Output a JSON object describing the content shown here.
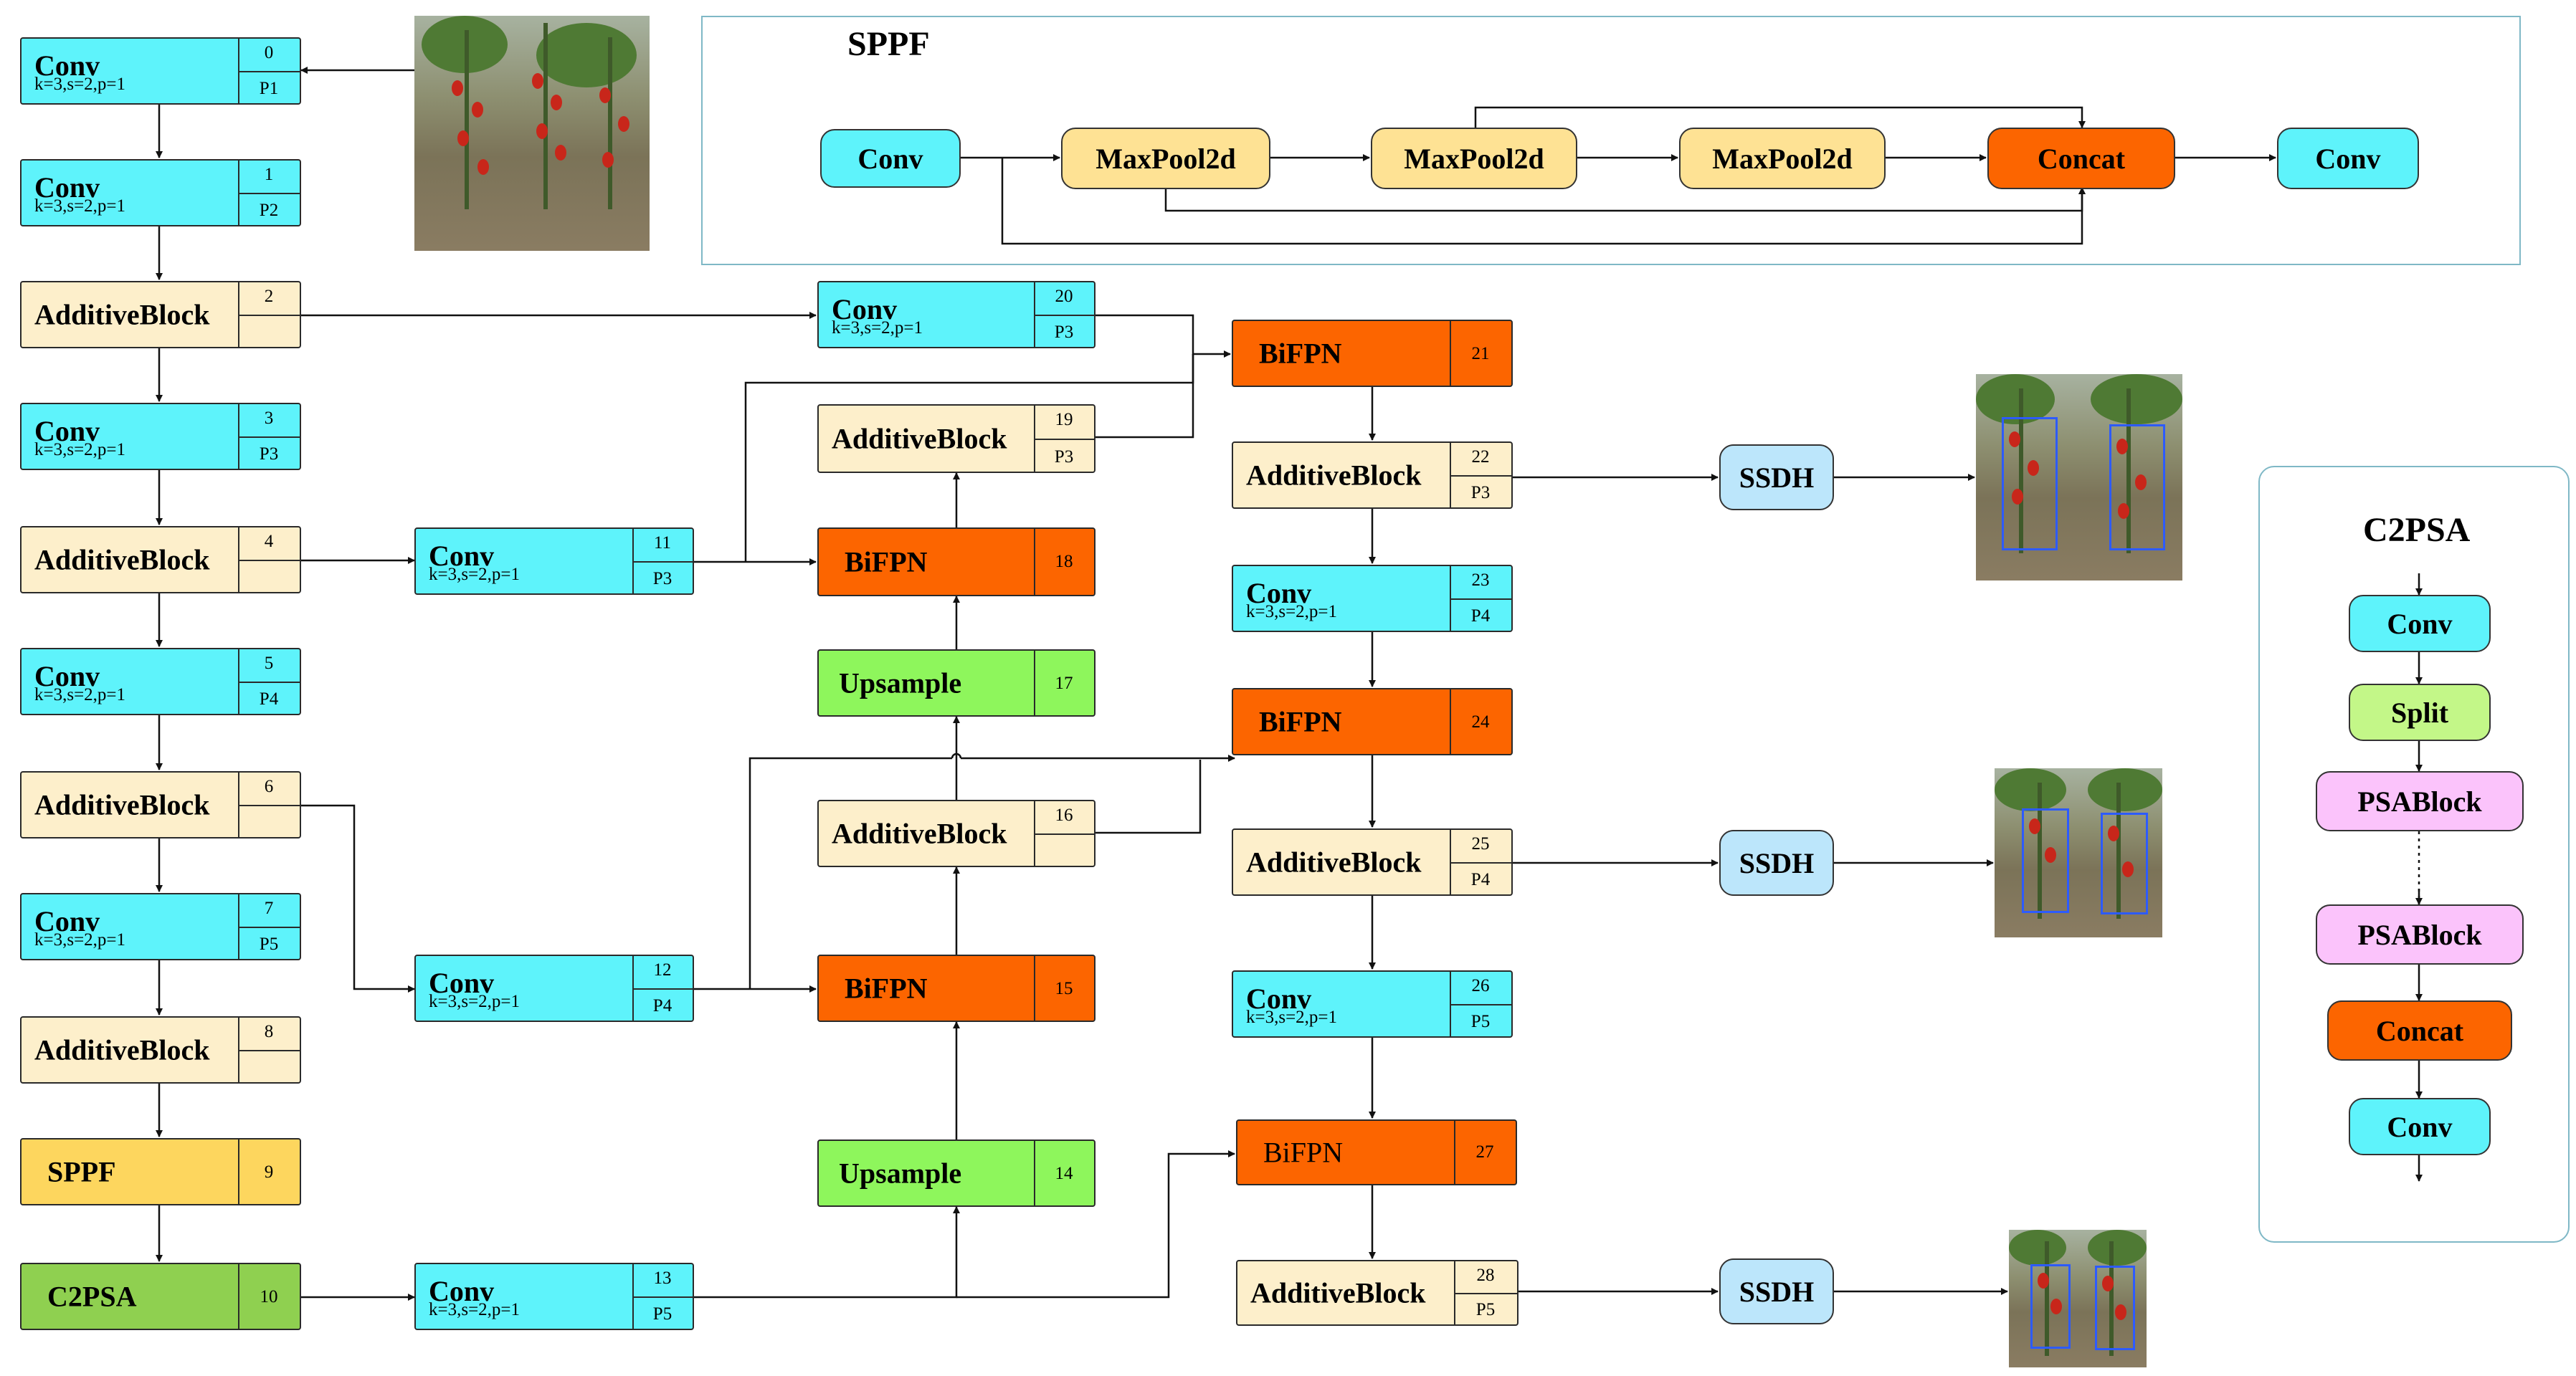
{
  "sppf_panel": {
    "title": "SPPF",
    "nodes": [
      "Conv",
      "MaxPool2d",
      "MaxPool2d",
      "MaxPool2d",
      "Concat",
      "Conv"
    ]
  },
  "c2psa_panel": {
    "title": "C2PSA",
    "nodes": [
      "Conv",
      "Split",
      "PSABlock",
      "PSABlock",
      "Concat",
      "Conv"
    ]
  },
  "ssdh_label": "SSDH",
  "conv_params": "k=3,s=2,p=1",
  "layers": {
    "l0": {
      "name": "Conv",
      "index": "0",
      "scale": "P1"
    },
    "l1": {
      "name": "Conv",
      "index": "1",
      "scale": "P2"
    },
    "l2": {
      "name": "AdditiveBlock",
      "index": "2"
    },
    "l3": {
      "name": "Conv",
      "index": "3",
      "scale": "P3"
    },
    "l4": {
      "name": "AdditiveBlock",
      "index": "4"
    },
    "l5": {
      "name": "Conv",
      "index": "5",
      "scale": "P4"
    },
    "l6": {
      "name": "AdditiveBlock",
      "index": "6"
    },
    "l7": {
      "name": "Conv",
      "index": "7",
      "scale": "P5"
    },
    "l8": {
      "name": "AdditiveBlock",
      "index": "8"
    },
    "l9": {
      "name": "SPPF",
      "index": "9"
    },
    "l10": {
      "name": "C2PSA",
      "index": "10"
    },
    "l11": {
      "name": "Conv",
      "index": "11",
      "scale": "P3"
    },
    "l12": {
      "name": "Conv",
      "index": "12",
      "scale": "P4"
    },
    "l13": {
      "name": "Conv",
      "index": "13",
      "scale": "P5"
    },
    "l14": {
      "name": "Upsample",
      "index": "14"
    },
    "l15": {
      "name": "BiFPN",
      "index": "15"
    },
    "l16": {
      "name": "AdditiveBlock",
      "index": "16"
    },
    "l17": {
      "name": "Upsample",
      "index": "17"
    },
    "l18": {
      "name": "BiFPN",
      "index": "18"
    },
    "l19": {
      "name": "AdditiveBlock",
      "index": "19",
      "scale": "P3"
    },
    "l20": {
      "name": "Conv",
      "index": "20",
      "scale": "P3"
    },
    "l21": {
      "name": "BiFPN",
      "index": "21"
    },
    "l22": {
      "name": "AdditiveBlock",
      "index": "22",
      "scale": "P3"
    },
    "l23": {
      "name": "Conv",
      "index": "23",
      "scale": "P4"
    },
    "l24": {
      "name": "BiFPN",
      "index": "24"
    },
    "l25": {
      "name": "AdditiveBlock",
      "index": "25",
      "scale": "P4"
    },
    "l26": {
      "name": "Conv",
      "index": "26",
      "scale": "P5"
    },
    "l27": {
      "name": "BiFPN",
      "index": "27"
    },
    "l28": {
      "name": "AdditiveBlock",
      "index": "28",
      "scale": "P5"
    }
  },
  "colors": {
    "conv": "#5ef3fb",
    "additive_block": "#fdefcb",
    "bifpn": "#fc6500",
    "upsample": "#8ef65c",
    "sppf": "#fdd65e",
    "c2psa": "#8fd050",
    "ssdh": "#bce6fb",
    "maxpool": "#fee294",
    "split": "#c3f788",
    "psablock": "#fbc3fb",
    "panel_border": "#7fb8c6"
  }
}
